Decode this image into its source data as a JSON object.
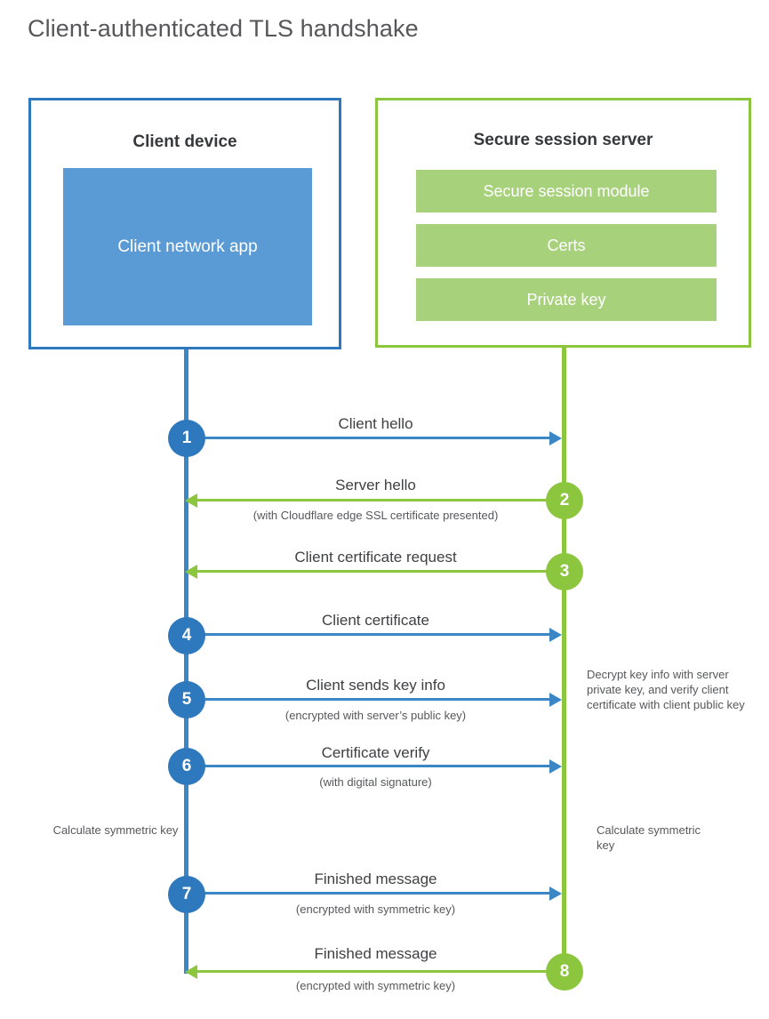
{
  "diagram": {
    "title": "Client-authenticated TLS handshake",
    "colors": {
      "client_border": "#2e79bd",
      "client_fill": "#5b9bd5",
      "server_border": "#8cc63f",
      "server_fill": "#a8d17c",
      "client_line": "#3b87c6",
      "server_line": "#8cc63f",
      "text": "#3e4142",
      "title_text": "#555759"
    }
  },
  "client": {
    "title": "Client device",
    "app_label": "Client network app"
  },
  "server": {
    "title": "Secure session server",
    "items": [
      {
        "label": "Secure session module"
      },
      {
        "label": "Certs"
      },
      {
        "label": "Private key"
      }
    ]
  },
  "steps": [
    {
      "number": "1",
      "label": "Client hello",
      "sub": "",
      "direction": "right",
      "actor": "client"
    },
    {
      "number": "2",
      "label": "Server hello",
      "sub": "(with Cloudflare edge SSL certificate presented)",
      "direction": "left",
      "actor": "server"
    },
    {
      "number": "3",
      "label": "Client certificate request",
      "sub": "",
      "direction": "left",
      "actor": "server"
    },
    {
      "number": "4",
      "label": "Client certificate",
      "sub": "",
      "direction": "right",
      "actor": "client"
    },
    {
      "number": "5",
      "label": "Client sends key info",
      "sub": "(encrypted with server’s public key)",
      "direction": "right",
      "actor": "client"
    },
    {
      "number": "6",
      "label": "Certificate verify",
      "sub": "(with digital signature)",
      "direction": "right",
      "actor": "client"
    },
    {
      "number": "7",
      "label": "Finished message",
      "sub": "(encrypted with symmetric key)",
      "direction": "right",
      "actor": "client"
    },
    {
      "number": "8",
      "label": "Finished message",
      "sub": "(encrypted with symmetric key)",
      "direction": "left",
      "actor": "server"
    }
  ],
  "notes": {
    "server_decrypt": "Decrypt key info with server private key, and verify client certificate with client public key",
    "client_calculate": "Calculate symmetric key",
    "server_calculate": "Calculate symmetric key"
  }
}
